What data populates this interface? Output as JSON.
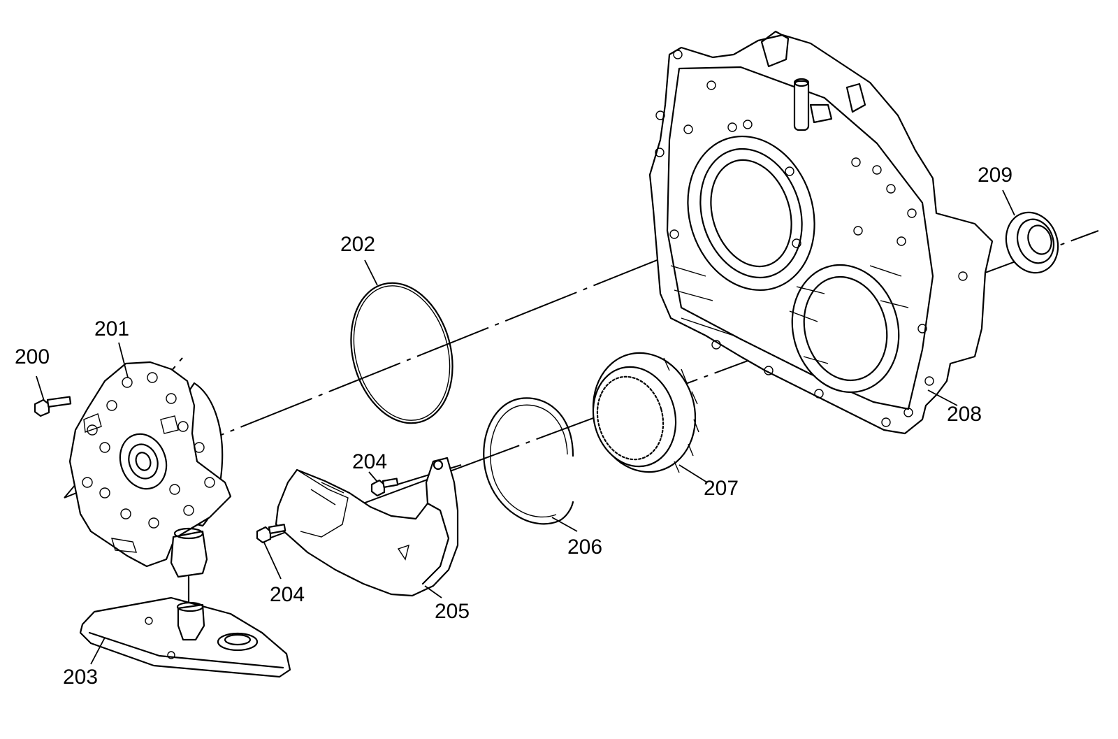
{
  "callouts": [
    {
      "id": "200",
      "label": "200"
    },
    {
      "id": "201",
      "label": "201"
    },
    {
      "id": "202",
      "label": "202"
    },
    {
      "id": "203",
      "label": "203"
    },
    {
      "id": "204a",
      "label": "204"
    },
    {
      "id": "204b",
      "label": "204"
    },
    {
      "id": "205",
      "label": "205"
    },
    {
      "id": "206",
      "label": "206"
    },
    {
      "id": "207",
      "label": "207"
    },
    {
      "id": "208",
      "label": "208"
    },
    {
      "id": "209",
      "label": "209"
    }
  ]
}
